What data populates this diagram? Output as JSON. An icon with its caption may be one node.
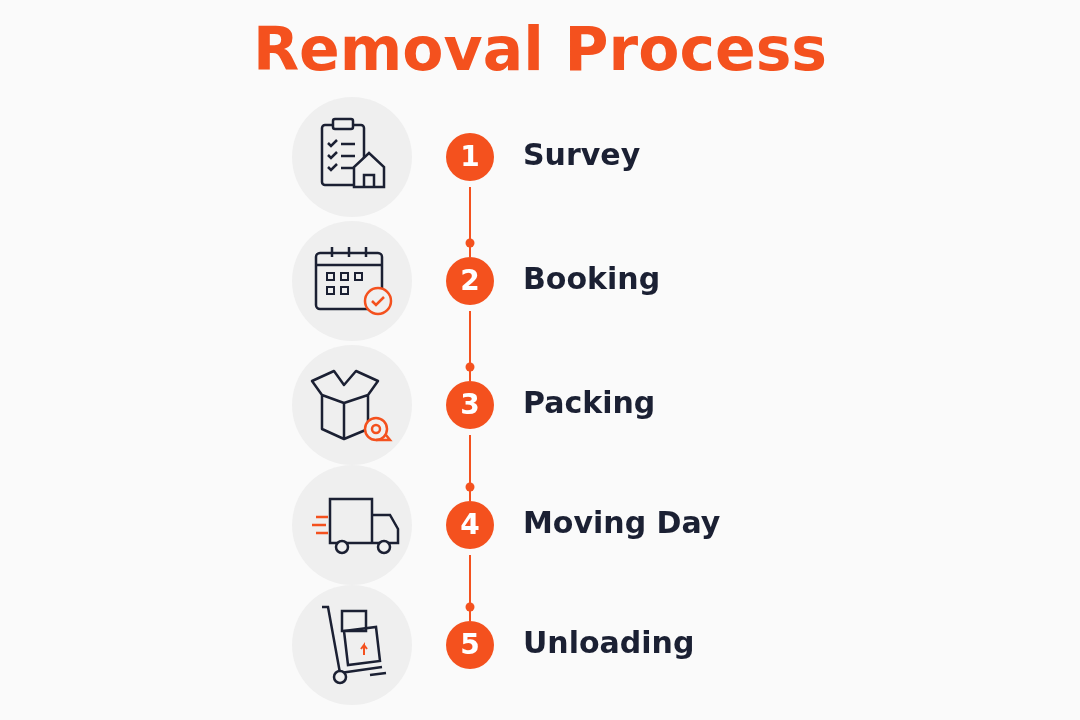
{
  "diagram": {
    "title": "Removal Process",
    "nodes": [
      {
        "text": [
          "1"
        ],
        "beside": [
          "Survey"
        ]
      },
      {
        "text": [
          "2"
        ],
        "beside": [
          "Booking"
        ]
      },
      {
        "text": [
          "3"
        ],
        "beside": [
          "Packing"
        ]
      },
      {
        "text": [
          "4"
        ],
        "beside": [
          "Moving Day"
        ]
      },
      {
        "text": [
          "5"
        ],
        "beside": [
          "Unloading"
        ]
      }
    ],
    "edges": [
      {
        "from": 0,
        "to": 1,
        "arrow": "other"
      },
      {
        "from": 1,
        "to": 2,
        "arrow": "other"
      },
      {
        "from": 2,
        "to": 3,
        "arrow": "other"
      },
      {
        "from": 3,
        "to": 4,
        "arrow": "other"
      }
    ]
  }
}
